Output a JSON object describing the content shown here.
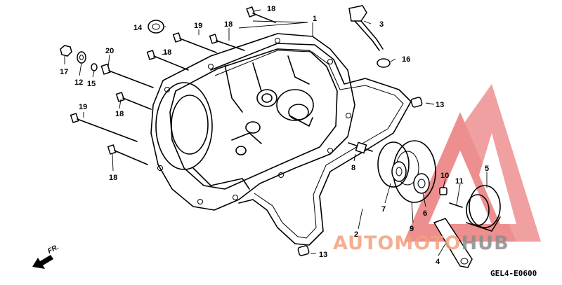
{
  "diagram": {
    "code": "GEL4-E0600",
    "direction_label": "FR.",
    "callouts": [
      "1",
      "2",
      "3",
      "4",
      "5",
      "6",
      "7",
      "8",
      "9",
      "10",
      "11",
      "12",
      "13",
      "13",
      "14",
      "15",
      "16",
      "17",
      "18",
      "18",
      "18",
      "18",
      "18",
      "19",
      "19",
      "20"
    ]
  },
  "watermark": {
    "brand_left": "AUTOMO",
    "brand_mid": "TO",
    "brand_right": "HUB",
    "color_left": "#f2a07e",
    "color_right": "#8c8c8c",
    "logo_color": "#e86a6a"
  }
}
